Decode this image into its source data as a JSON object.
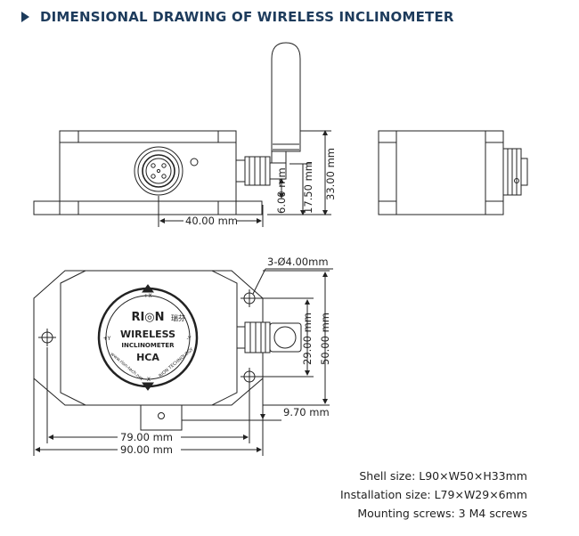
{
  "header": {
    "title": "DIMENSIONAL DRAWING OF WIRELESS INCLINOMETER"
  },
  "front_view": {
    "dim_width": "40.00 mm",
    "dim_height_small": "6.00 mm",
    "dim_height_mid": "17.50 mm",
    "dim_height_total": "33.00 mm"
  },
  "top_view": {
    "hole_label": "3-Ø4.00mm",
    "dim_side_a": "29.00 mm",
    "dim_side_b": "50.00 mm",
    "dim_offset": "9.70 mm",
    "dim_hole_span": "79.00 mm",
    "dim_total_length": "90.00 mm",
    "dial": {
      "brand": "RI◎N",
      "brand_cn": "瑞芬",
      "line1": "WIRELESS",
      "line2": "INCLINOMETER",
      "model": "HCA",
      "axis_top": "+X",
      "axis_bottom": "-X",
      "axis_left": "+Y",
      "axis_right": "-Y",
      "arc_left": "www.rion-tech.net",
      "arc_right": "RION TECHNOLOGY"
    }
  },
  "specs": {
    "shell": "Shell size: L90×W50×H33mm",
    "installation": "Installation size: L79×W29×6mm",
    "screws": "Mounting screws: 3 M4 screws"
  }
}
